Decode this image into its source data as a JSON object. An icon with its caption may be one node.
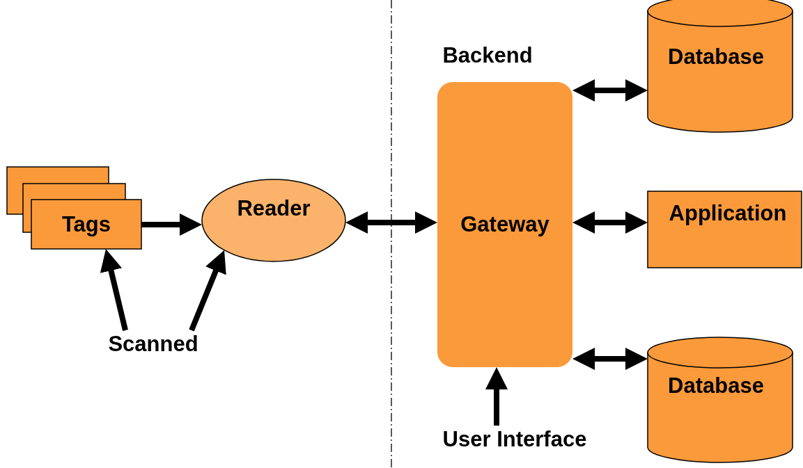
{
  "diagram": {
    "nodes": [
      {
        "text": [
          "Tags"
        ]
      },
      {
        "text": [
          "Reader"
        ]
      },
      {
        "text": [
          "Backend",
          "Gateway"
        ]
      },
      {
        "text": [
          "Database"
        ]
      },
      {
        "text": [
          "Application"
        ]
      },
      {
        "text": [
          "Database"
        ]
      },
      {
        "text": [
          "Scanned"
        ]
      },
      {
        "text": [
          "User Interface"
        ]
      }
    ],
    "edges": [
      {
        "from": 0,
        "to": 1,
        "arrow": "to"
      },
      {
        "from": 1,
        "to": 2,
        "arrow": "both"
      },
      {
        "from": 2,
        "to": 3,
        "arrow": "both"
      },
      {
        "from": 2,
        "to": 4,
        "arrow": "both"
      },
      {
        "from": 2,
        "to": 5,
        "arrow": "both"
      },
      {
        "from": 6,
        "to": 0,
        "arrow": "to"
      },
      {
        "from": 6,
        "to": 1,
        "arrow": "to"
      },
      {
        "from": 7,
        "to": 2,
        "arrow": "to"
      }
    ]
  }
}
